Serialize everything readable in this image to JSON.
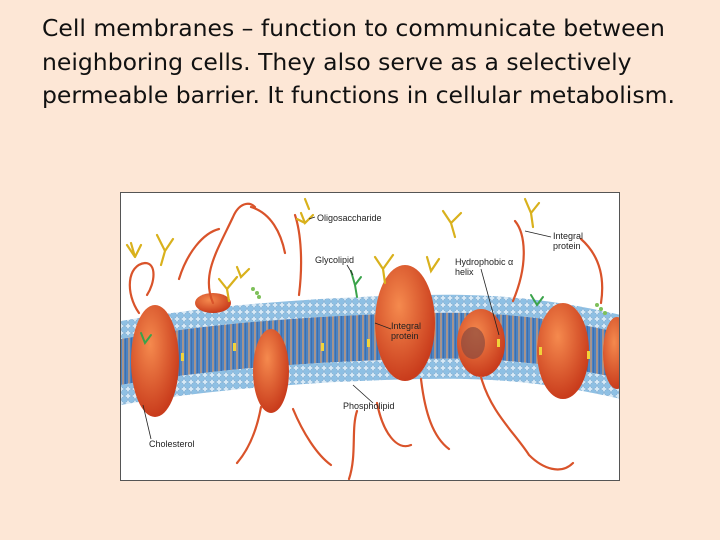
{
  "slide": {
    "body_text": "Cell membranes – function to communicate between neighboring cells. They also serve as a selectively permeable barrier. It functions in cellular metabolism."
  },
  "figure": {
    "labels": {
      "oligosaccharide": "Oligosaccharide",
      "glycolipid": "Glycolipid",
      "integral_protein_top": "Integral protein",
      "hydrophobic_helix": "Hydrophobic α helix",
      "integral_protein_center": "Integral protein",
      "phospholipid": "Phospholipid",
      "cholesterol": "Cholesterol"
    },
    "colors": {
      "background": "#fde7d6",
      "lipid_head": "#9cc8e6",
      "membrane_core": "#4e86c4",
      "protein": "#e0552a",
      "oligosaccharide": "#e0b820",
      "glycolipid_chain": "#3fa84a"
    }
  }
}
